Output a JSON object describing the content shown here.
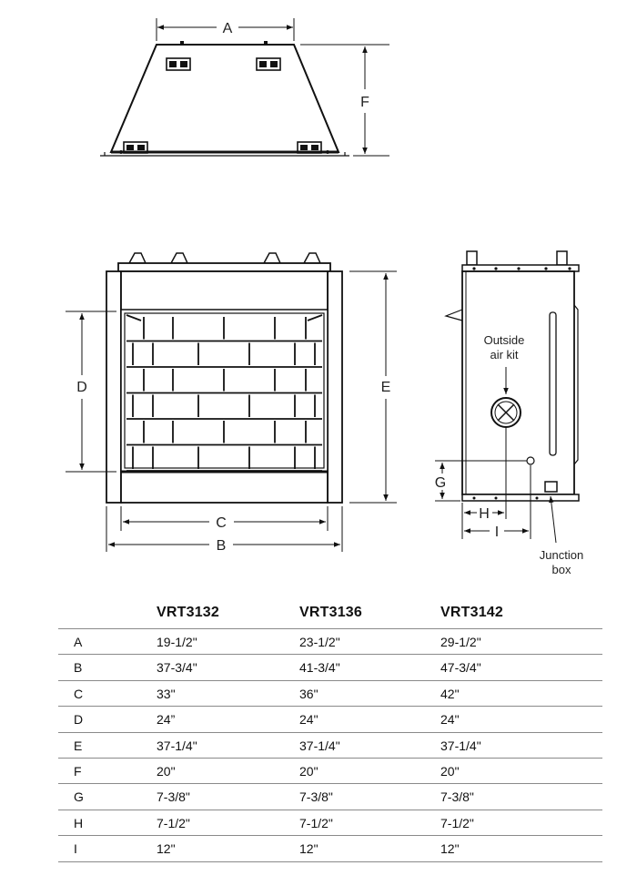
{
  "diagram": {
    "dim_labels": {
      "A": "A",
      "B": "B",
      "C": "C",
      "D": "D",
      "E": "E",
      "F": "F",
      "G": "G",
      "H": "H",
      "I": "I"
    },
    "notes": {
      "outside_air_kit_line1": "Outside",
      "outside_air_kit_line2": "air kit",
      "junction_box_line1": "Junction",
      "junction_box_line2": "box"
    }
  },
  "table": {
    "headers": [
      "",
      "VRT3132",
      "VRT3136",
      "VRT3142"
    ],
    "rows": [
      [
        "A",
        "19-1/2\"",
        "23-1/2\"",
        "29-1/2\""
      ],
      [
        "B",
        "37-3/4\"",
        "41-3/4\"",
        "47-3/4\""
      ],
      [
        "C",
        "33\"",
        "36\"",
        "42\""
      ],
      [
        "D",
        "24”",
        "24\"",
        "24\""
      ],
      [
        "E",
        "37-1/4\"",
        "37-1/4\"",
        "37-1/4\""
      ],
      [
        "F",
        "20\"",
        "20\"",
        "20\""
      ],
      [
        "G",
        "7-3/8\"",
        "7-3/8\"",
        "7-3/8\""
      ],
      [
        "H",
        "7-1/2\"",
        "7-1/2\"",
        "7-1/2\""
      ],
      [
        "I",
        "12\"",
        "12\"",
        "12\""
      ]
    ]
  }
}
